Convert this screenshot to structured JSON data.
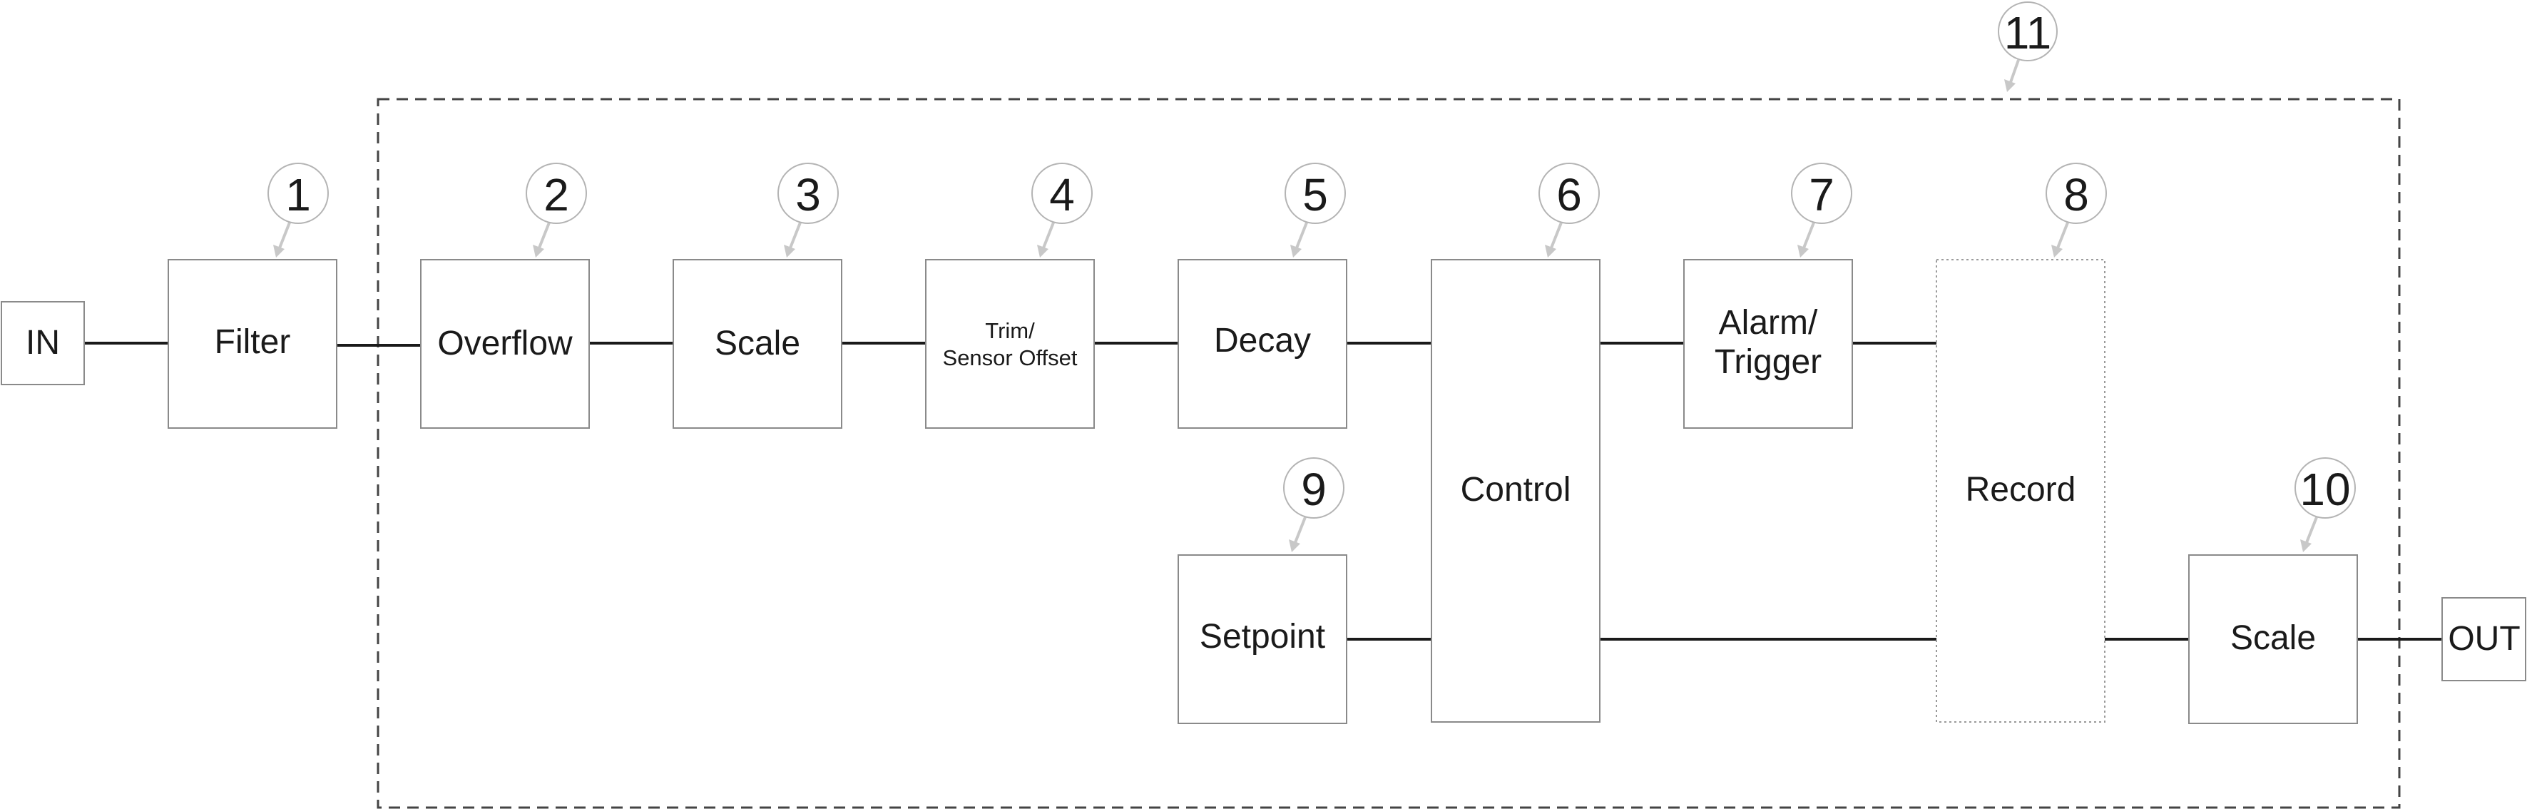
{
  "blocks": {
    "in": [
      "IN"
    ],
    "filter": [
      "Filter"
    ],
    "overflow": [
      "Overflow"
    ],
    "scale_top": [
      "Scale"
    ],
    "trim": [
      "Trim/",
      "Sensor Offset"
    ],
    "decay": [
      "Decay"
    ],
    "control": [
      "Control"
    ],
    "alarm": [
      "Alarm/",
      "Trigger"
    ],
    "record": [
      "Record"
    ],
    "setpoint": [
      "Setpoint"
    ],
    "scale_out": [
      "Scale"
    ],
    "out": [
      "OUT"
    ]
  },
  "callouts": {
    "filter": "1",
    "overflow": "2",
    "scale_top": "3",
    "trim": "4",
    "decay": "5",
    "control": "6",
    "alarm": "7",
    "record": "8",
    "setpoint": "9",
    "scale_out": "10",
    "group": "11"
  }
}
